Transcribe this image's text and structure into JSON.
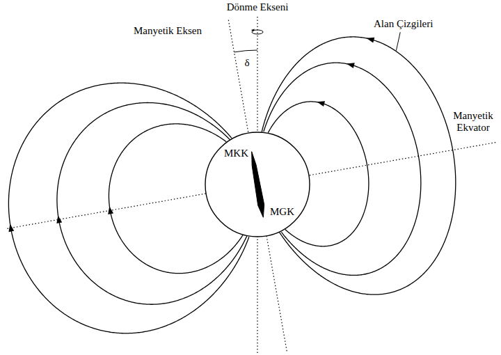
{
  "diagram": {
    "labels": [
      "Dönme Ekseni",
      "Manyetik Eksen",
      "δ",
      "Alan Çizgileri",
      "MKK",
      "Manyetik Ekvator",
      "MGK"
    ]
  }
}
